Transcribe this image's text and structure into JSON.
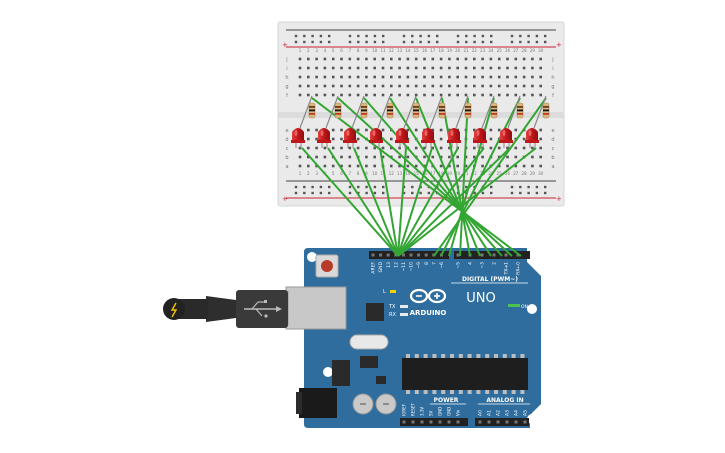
{
  "breadboard": {
    "row_letters_top": [
      "j",
      "i",
      "h",
      "g",
      "f"
    ],
    "row_letters_bottom": [
      "e",
      "d",
      "c",
      "b",
      "a"
    ],
    "column_numbers": [
      "1",
      "2",
      "3",
      "4",
      "5",
      "6",
      "7",
      "8",
      "9",
      "10",
      "11",
      "12",
      "13",
      "14",
      "15",
      "16",
      "17",
      "18",
      "19",
      "20",
      "21",
      "22",
      "23",
      "24",
      "25",
      "26",
      "27",
      "28",
      "29",
      "30"
    ],
    "rail_plus": "+",
    "rail_minus": "-"
  },
  "components": {
    "led_count": 10,
    "resistor_count": 10,
    "led_color": "#c0171a",
    "wire_color": "#33a532"
  },
  "arduino": {
    "brand": "ARDUINO",
    "model": "UNO",
    "digital_label": "DIGITAL (PWM~)",
    "power_label": "POWER",
    "analog_label": "ANALOG IN",
    "on_label": "ON",
    "l_label": "L",
    "tx_label": "TX",
    "rx_label": "RX",
    "top_pins": [
      "AREF",
      "GND",
      "13",
      "12",
      "~11",
      "~10",
      "~9",
      "8",
      "7",
      "~6",
      "~5",
      "4",
      "~3",
      "2",
      "TX➔1",
      "RX←0"
    ],
    "power_pins": [
      "IOREF",
      "RESET",
      "3.3V",
      "5V",
      "GND",
      "GND",
      "Vin"
    ],
    "analog_pins": [
      "A0",
      "A1",
      "A2",
      "A3",
      "A4",
      "A5"
    ],
    "board_color": "#2f6d9e"
  }
}
